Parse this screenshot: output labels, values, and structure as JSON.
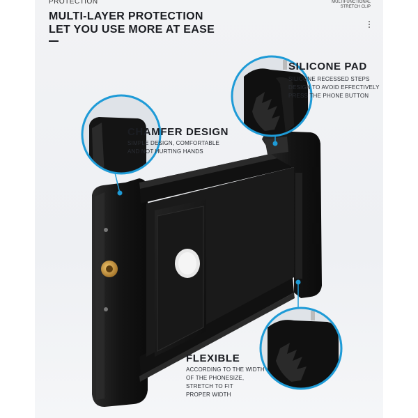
{
  "header": {
    "top_label": "PROTECTION",
    "headline_line1": "MULTI-LAYER PROTECTION",
    "headline_line2": "LET YOU USE MORE AT EASE",
    "corner_line1": "MULTIFUNCTIONAL",
    "corner_line2": "STRETCH CLIP"
  },
  "features": {
    "silicone": {
      "title": "SILICONE PAD",
      "lines": [
        "SILICONE RECESSED STEPS",
        "DESIGN TO AVOID EFFECTIVELY",
        "PRESS THE PHONE BUTTON"
      ]
    },
    "chamfer": {
      "title": "CHAMFER DESIGN",
      "lines": [
        "SIMPLE DESIGN, COMFORTABLE",
        "AND NOT HURTING HANDS"
      ]
    },
    "flexible": {
      "title": "FLEXIBLE",
      "lines": [
        "ACCORDING TO THE WIDTH",
        "OF THE PHONESIZE,",
        "STRETCH TO FIT",
        "PROPER WIDTH"
      ]
    }
  },
  "colors": {
    "accent": "#1e9bd7",
    "product": "#151515",
    "background": "#eef0f3",
    "brass": "#c9953f"
  },
  "icons": {
    "menu": "more-vertical-icon"
  }
}
